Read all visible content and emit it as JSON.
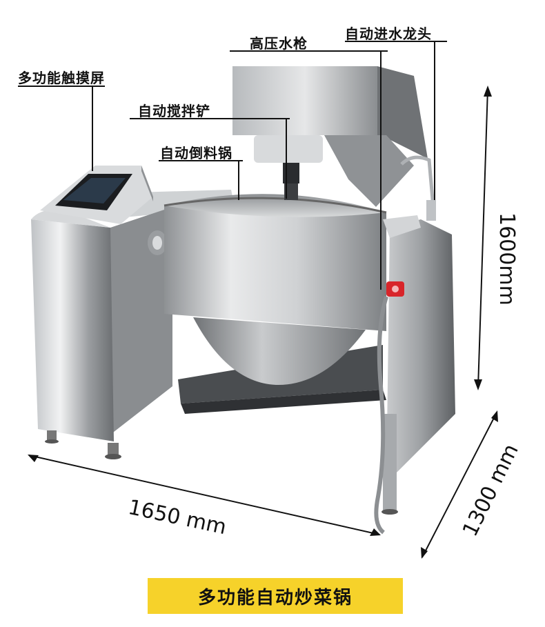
{
  "labels": {
    "touchscreen": "多功能触摸屏",
    "water_gun": "高压水枪",
    "water_tap": "自动进水龙头",
    "stir_shovel": "自动搅拌铲",
    "tilt_pot": "自动倒料锅"
  },
  "dimensions": {
    "width": "1650 mm",
    "depth": "1300 mm",
    "height": "1600mm"
  },
  "banner": {
    "title": "多功能自动炒菜锅"
  },
  "colors": {
    "banner": "#f6d22a",
    "steel_light": "#e4e6e8",
    "steel_dark": "#6a6d70",
    "accent_red": "#d8252a"
  }
}
